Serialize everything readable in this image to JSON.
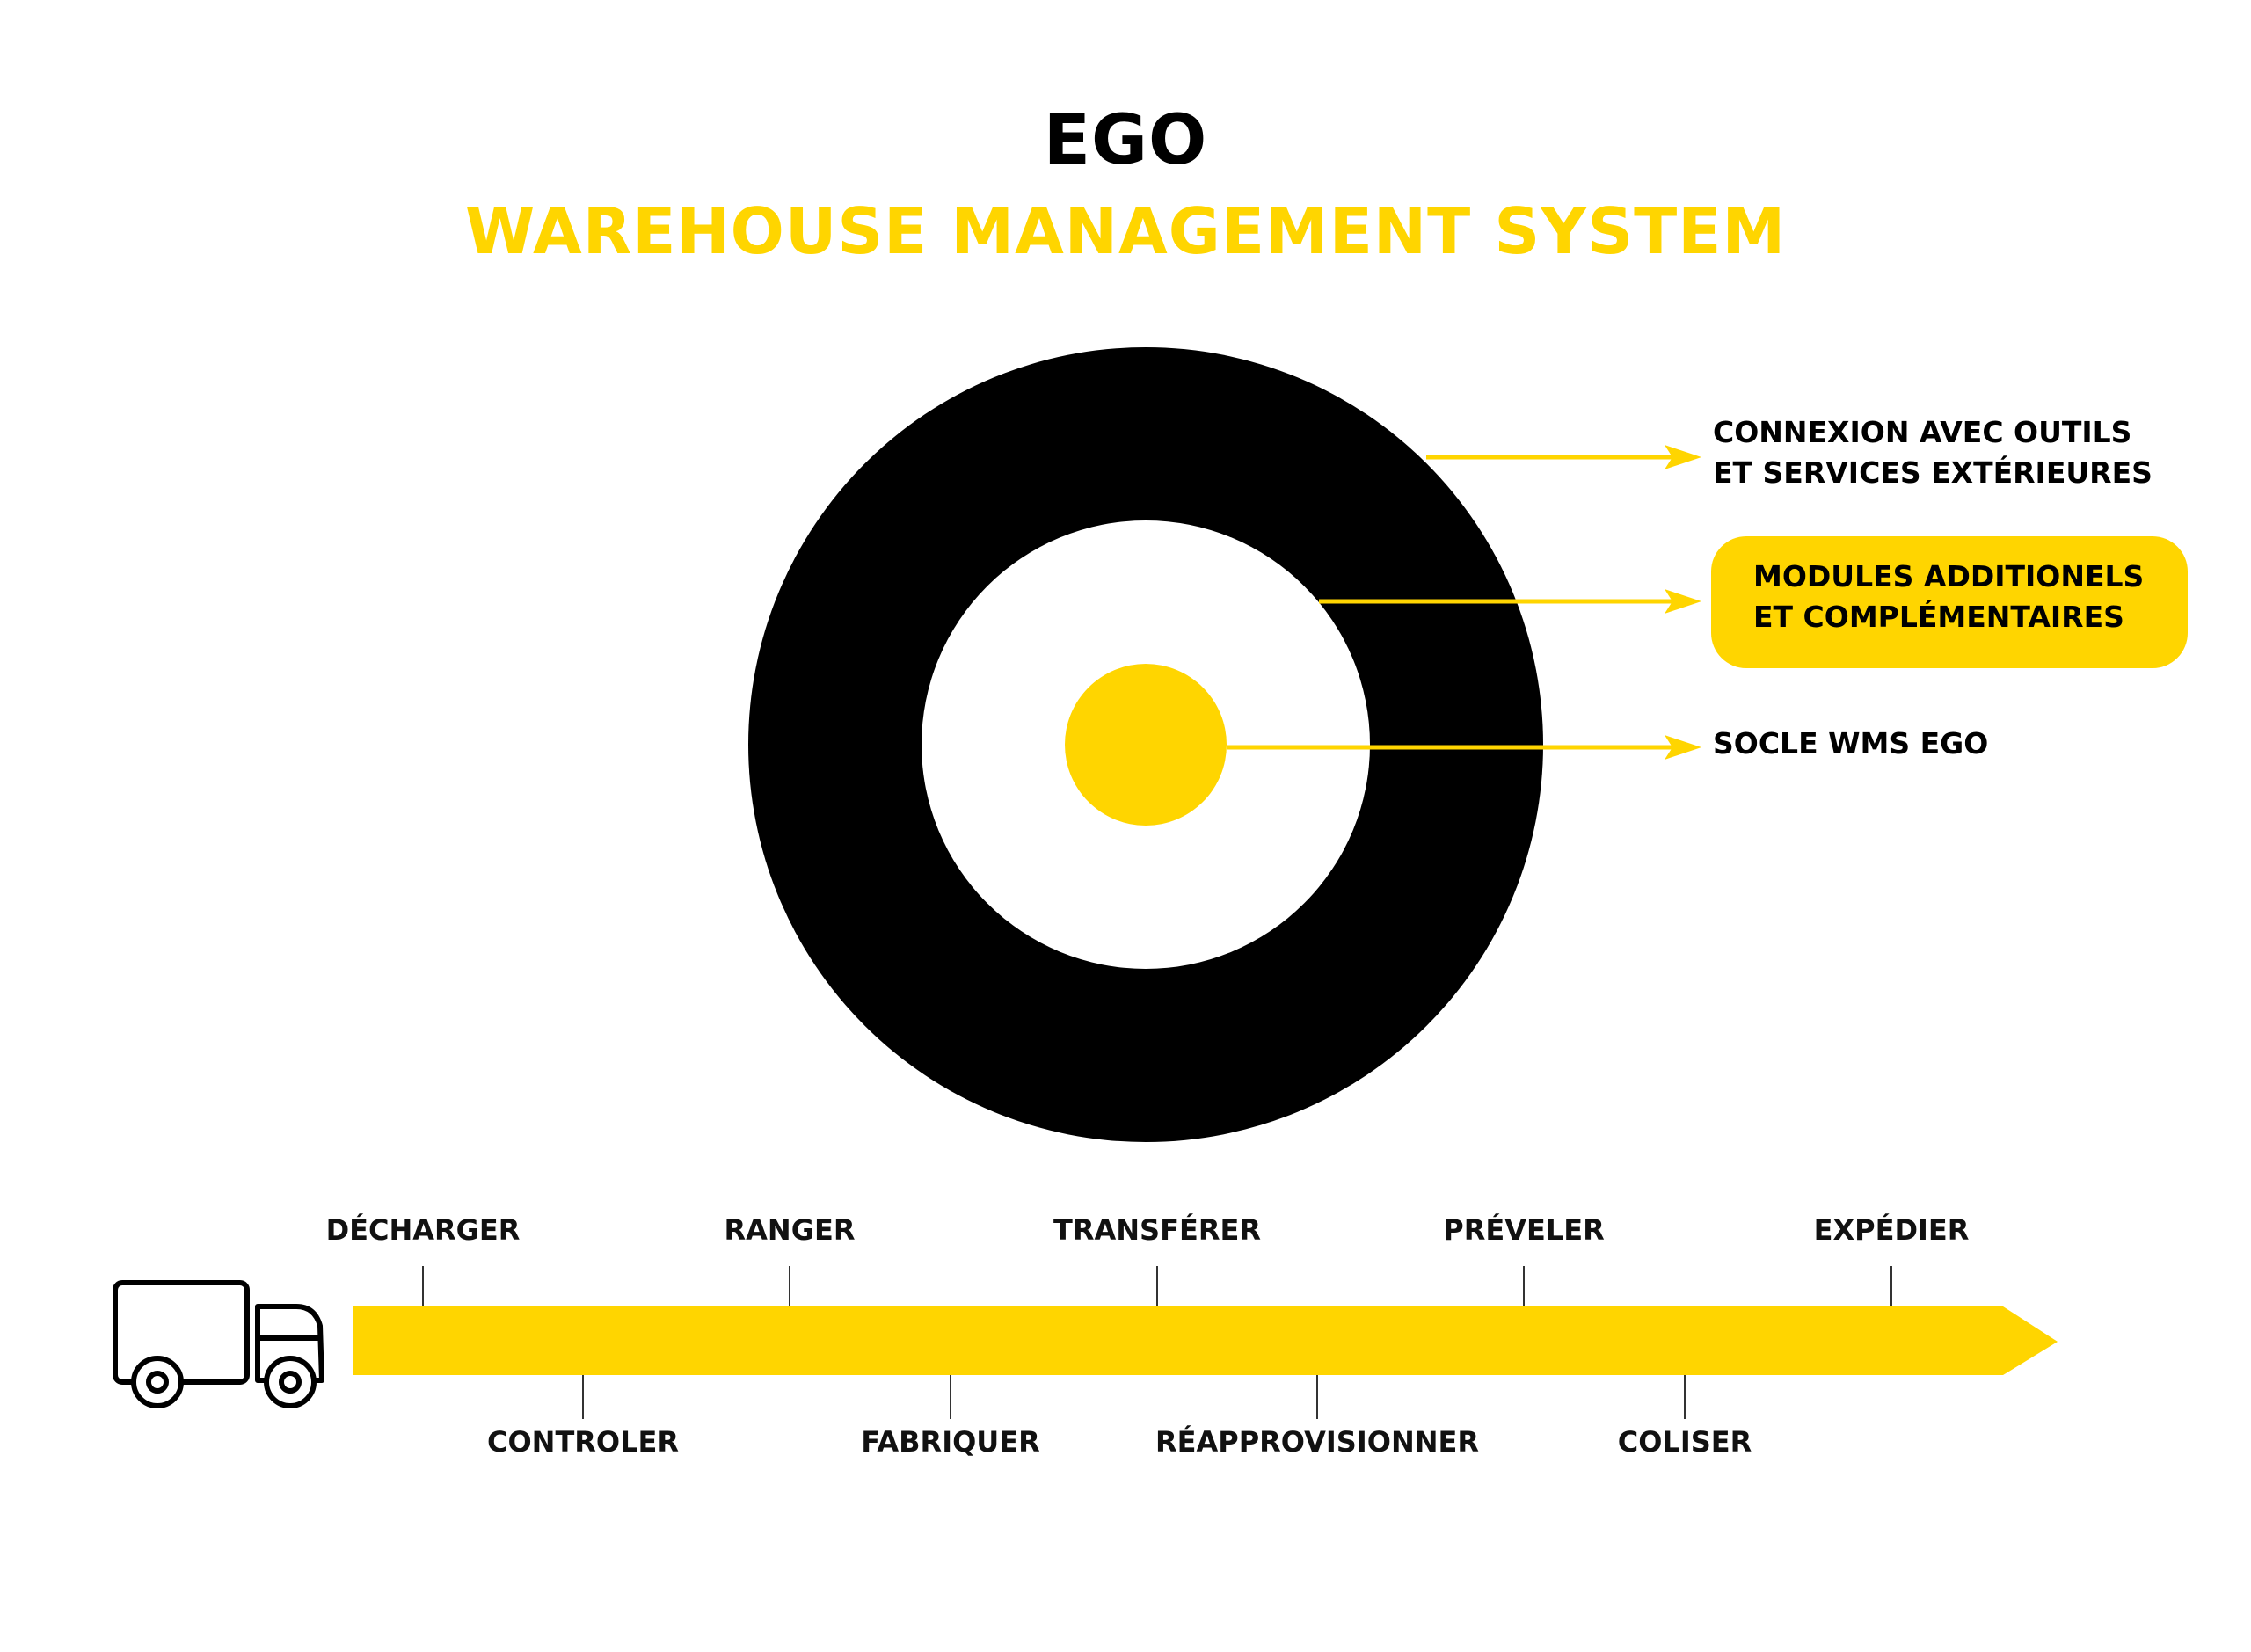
{
  "header": {
    "title": "EGO",
    "subtitle": "WAREHOUSE MANAGEMENT SYSTEM"
  },
  "layers": [
    {
      "id": "outer",
      "lines": [
        "CONNEXION AVEC OUTILS",
        "ET SERVICES EXTÉRIEURES"
      ],
      "highlighted": false
    },
    {
      "id": "middle",
      "lines": [
        "MODULES ADDITIONELS",
        "ET COMPLÉMENTAIRES"
      ],
      "highlighted": true
    },
    {
      "id": "core",
      "lines": [
        "SOCLE WMS EGO"
      ],
      "highlighted": false
    }
  ],
  "process": {
    "steps_top": [
      "DÉCHARGER",
      "RANGER",
      "TRANSFÉRER",
      "PRÉVELER",
      "EXPÉDIER"
    ],
    "steps_bottom": [
      "CONTROLER",
      "FABRIQUER",
      "RÉAPPROVISIONNER",
      "COLISER"
    ]
  },
  "icons": {
    "truck": "truck-icon"
  },
  "colors": {
    "accent": "#ffd500",
    "ring": "#000000",
    "text": "#000000",
    "background": "#ffffff"
  }
}
